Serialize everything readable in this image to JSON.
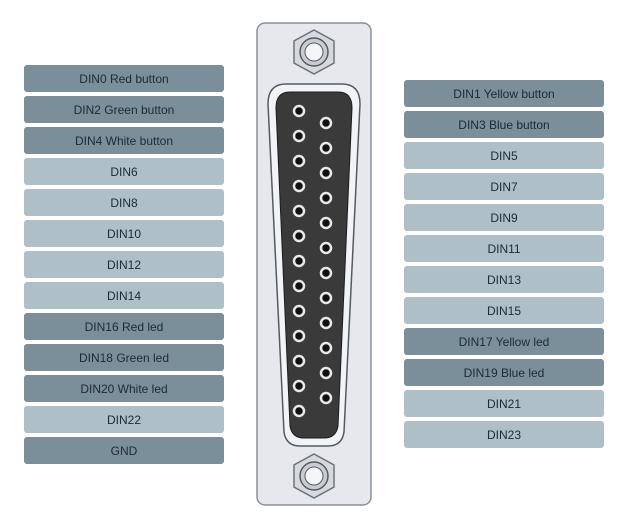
{
  "colors": {
    "used": "#7a8f99",
    "free": "#aebfc7",
    "shell": "#e6e8ee",
    "shell_stroke": "#8a8f98",
    "body_dark": "#3a3a3a",
    "pin": "#111111"
  },
  "left_pins": [
    {
      "label": "DIN0 Red button",
      "used": true
    },
    {
      "label": "DIN2 Green button",
      "used": true
    },
    {
      "label": "DIN4 White button",
      "used": true
    },
    {
      "label": "DIN6",
      "used": false
    },
    {
      "label": "DIN8",
      "used": false
    },
    {
      "label": "DIN10",
      "used": false
    },
    {
      "label": "DIN12",
      "used": false
    },
    {
      "label": "DIN14",
      "used": false
    },
    {
      "label": "DIN16 Red led",
      "used": true
    },
    {
      "label": "DIN18 Green led",
      "used": true
    },
    {
      "label": "DIN20 White led",
      "used": true
    },
    {
      "label": "DIN22",
      "used": false
    },
    {
      "label": "GND",
      "used": true
    }
  ],
  "right_pins": [
    {
      "label": "DIN1 Yellow button",
      "used": true
    },
    {
      "label": "DIN3 Blue button",
      "used": true
    },
    {
      "label": "DIN5",
      "used": false
    },
    {
      "label": "DIN7",
      "used": false
    },
    {
      "label": "DIN9",
      "used": false
    },
    {
      "label": "DIN11",
      "used": false
    },
    {
      "label": "DIN13",
      "used": false
    },
    {
      "label": "DIN15",
      "used": false
    },
    {
      "label": "DIN17 Yellow led",
      "used": true
    },
    {
      "label": "DIN19 Blue led",
      "used": true
    },
    {
      "label": "DIN21",
      "used": false
    },
    {
      "label": "DIN23",
      "used": false
    }
  ]
}
